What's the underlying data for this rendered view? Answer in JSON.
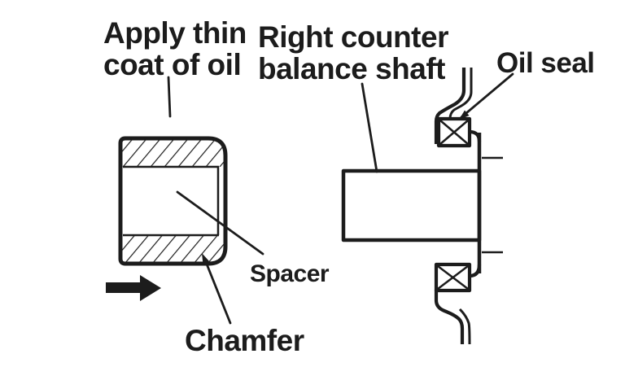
{
  "colors": {
    "background": "#ffffff",
    "ink": "#1c1c1c"
  },
  "labels": {
    "apply_oil": {
      "line1": "Apply thin",
      "line2": "coat of oil"
    },
    "balance_shaft": {
      "line1": "Right counter",
      "line2": "balance shaft"
    },
    "oil_seal": "Oil seal",
    "spacer": "Spacer",
    "chamfer": "Chamfer"
  }
}
